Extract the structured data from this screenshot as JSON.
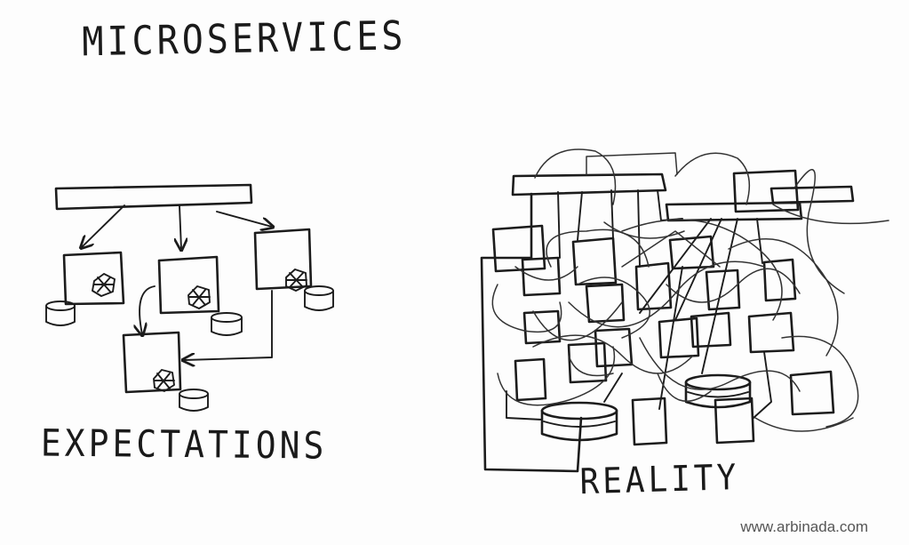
{
  "title": "MICROSERVICES",
  "left_panel": {
    "label": "EXPECTATIONS"
  },
  "right_panel": {
    "label": "REALITY"
  },
  "watermark": "www.arbinada.com",
  "colors": {
    "ink": "#1c1c1c",
    "paper": "#fdfdfd",
    "watermark": "#555555"
  }
}
